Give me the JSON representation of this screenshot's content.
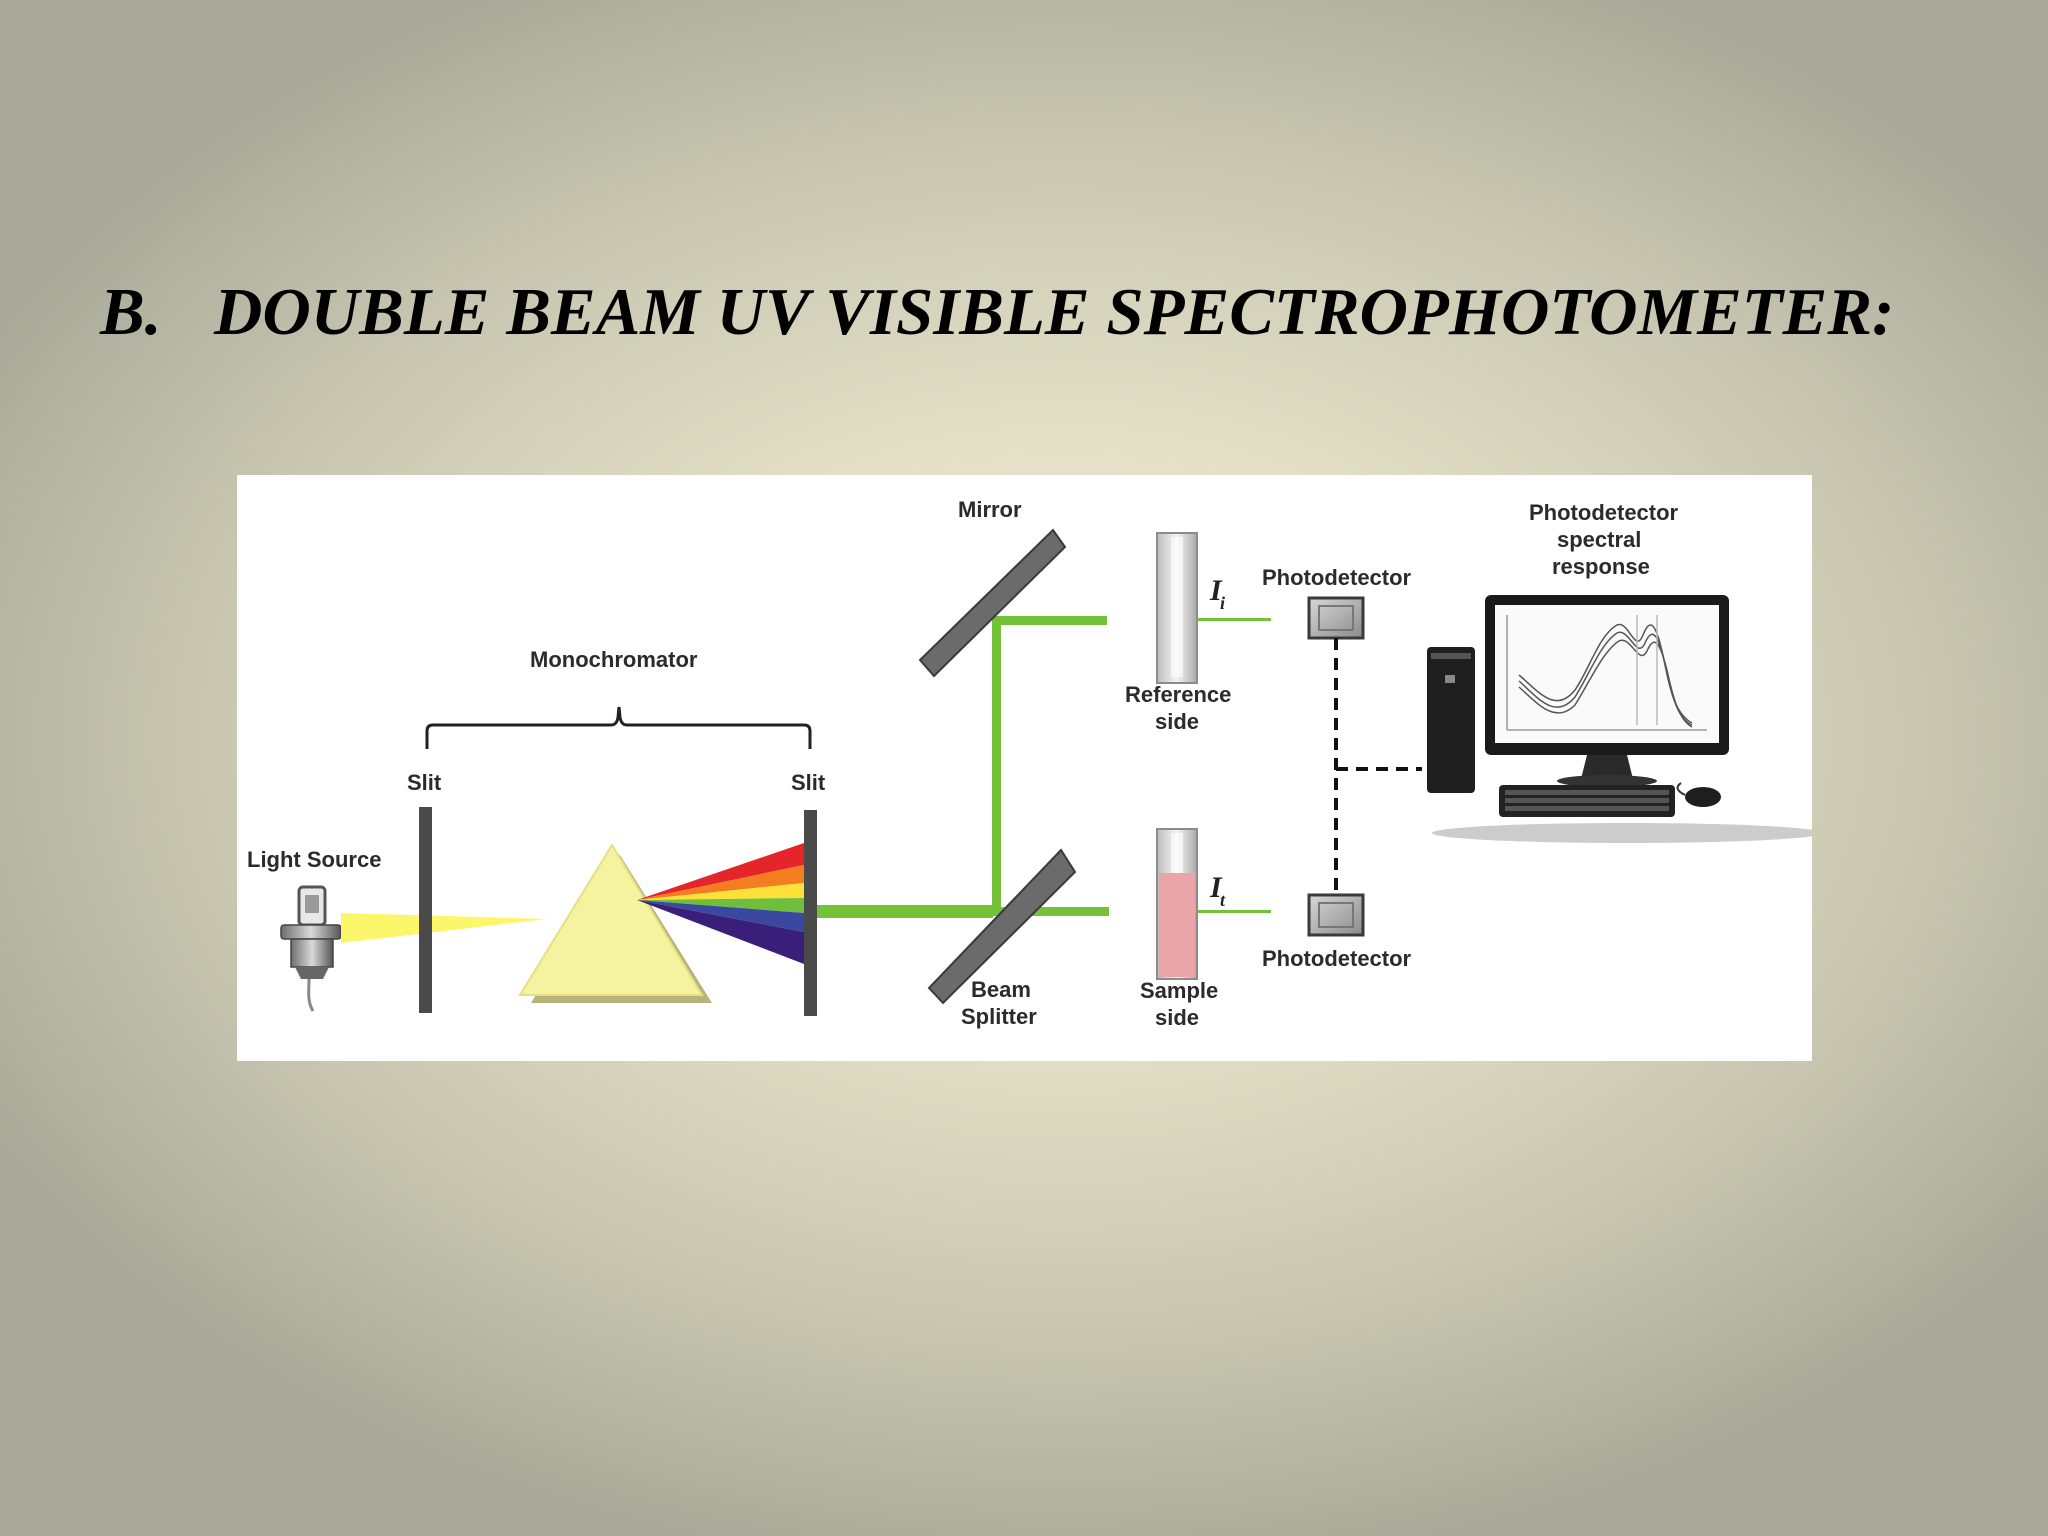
{
  "slide": {
    "title_label": "B.",
    "title_text": "DOUBLE BEAM UV VISIBLE SPECTROPHOTOMETER:"
  },
  "diagram": {
    "labels": {
      "light_source": "Light Source",
      "slit_left": "Slit",
      "slit_right": "Slit",
      "monochromator": "Monochromator",
      "mirror": "Mirror",
      "beam_line1": "Beam",
      "beam_line2": "Splitter",
      "reference_line1": "Reference",
      "reference_line2": "side",
      "sample_line1": "Sample",
      "sample_line2": "side",
      "photodetector_top": "Photodetector",
      "photodetector_bottom": "Photodetector",
      "response_line1": "Photodetector",
      "response_line2": "spectral",
      "response_line3": "response",
      "intensity_incident_symbol": "I",
      "intensity_incident_sub": "i",
      "intensity_transmitted_symbol": "I",
      "intensity_transmitted_sub": "t"
    },
    "colors": {
      "beam_green": "#74c23a",
      "prism_yellow": "#f6f3a0",
      "light_yellow": "#fbf66a",
      "sample_pink": "#e9a5a8"
    }
  }
}
